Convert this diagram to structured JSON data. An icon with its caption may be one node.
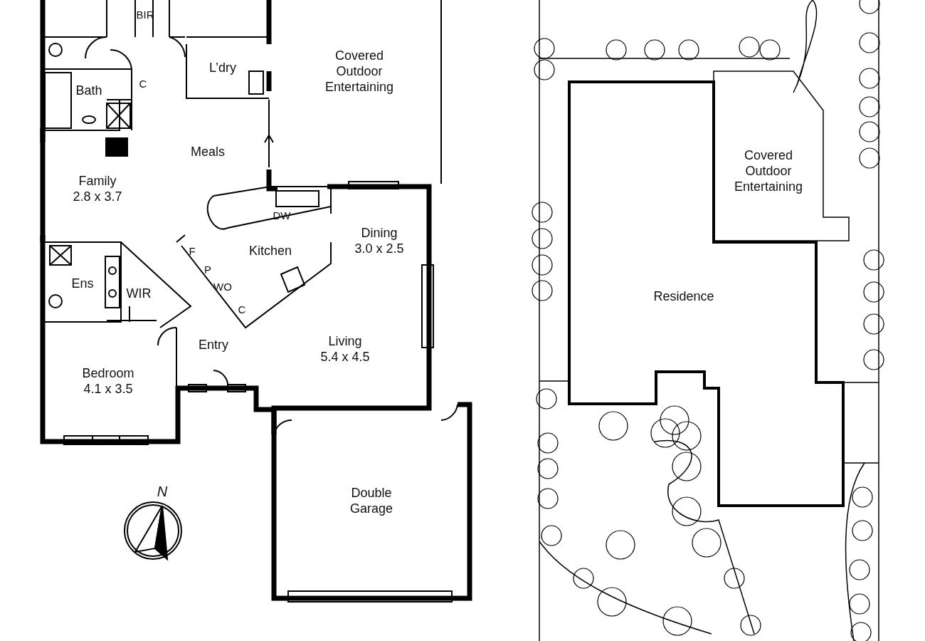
{
  "diagram": {
    "nodes": [
      {
        "text": [
          "Covered Outdoor Entertaining"
        ]
      },
      {
        "text": [
          "L’dry"
        ]
      },
      {
        "text": [
          "Bath"
        ]
      },
      {
        "text": [
          "Meals"
        ]
      },
      {
        "text": [
          "Family",
          "2.8 x 3.7"
        ]
      },
      {
        "text": [
          "Kitchen"
        ]
      },
      {
        "text": [
          "Dining",
          "3.0 x 2.5"
        ]
      },
      {
        "text": [
          "Ens"
        ]
      },
      {
        "text": [
          "WIR"
        ]
      },
      {
        "text": [
          "Entry"
        ]
      },
      {
        "text": [
          "Living",
          "5.4 x 4.5"
        ]
      },
      {
        "text": [
          "Bedroom",
          "4.1 x 3.5"
        ]
      },
      {
        "text": [
          "Double Garage"
        ]
      },
      {
        "text": [
          "Covered Outdoor Entertaining"
        ]
      },
      {
        "text": [
          "Residence"
        ]
      }
    ],
    "labels": [
      "BIR",
      "C",
      "DW",
      "F",
      "P",
      "WO",
      "C",
      "N"
    ]
  }
}
